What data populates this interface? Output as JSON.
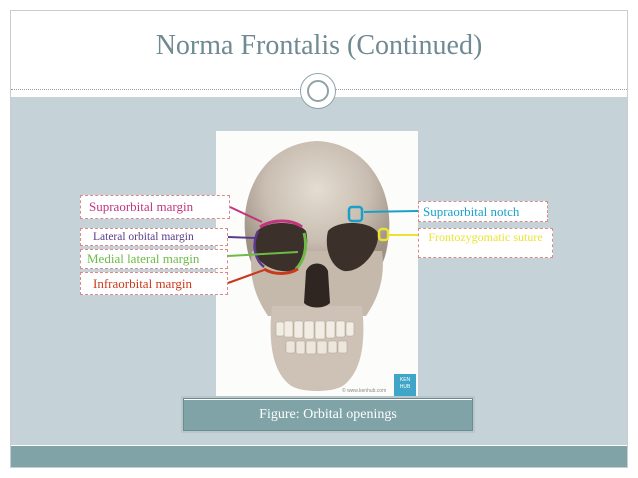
{
  "slide": {
    "title": "Norma Frontalis (Continued)"
  },
  "labels": {
    "supraorbital_margin": "Supraorbital margin",
    "lateral_orbital_margin": "Lateral orbital margin",
    "medial_lateral_margin": "Medial lateral margin",
    "infraorbital_margin": "Infraorbital margin",
    "supraorbital_notch": "Supraorbital notch",
    "frontozygomatic_suture": "Frontozygomatic suture"
  },
  "figure": {
    "caption": "Figure: Orbital openings",
    "watermark": "© www.kenhub.com",
    "logo_text": "KEN HUB"
  },
  "colors": {
    "title": "#6f8a92",
    "content_bg": "#c5d2d8",
    "footer_bg": "#7fa3a7",
    "supraorbital_margin": "#c0357e",
    "lateral_orbital_margin": "#5a3a8c",
    "medial_lateral_margin": "#6dbb46",
    "infraorbital_margin": "#c9391c",
    "supraorbital_notch": "#1aa0c8",
    "frontozygomatic_suture": "#ece233"
  }
}
